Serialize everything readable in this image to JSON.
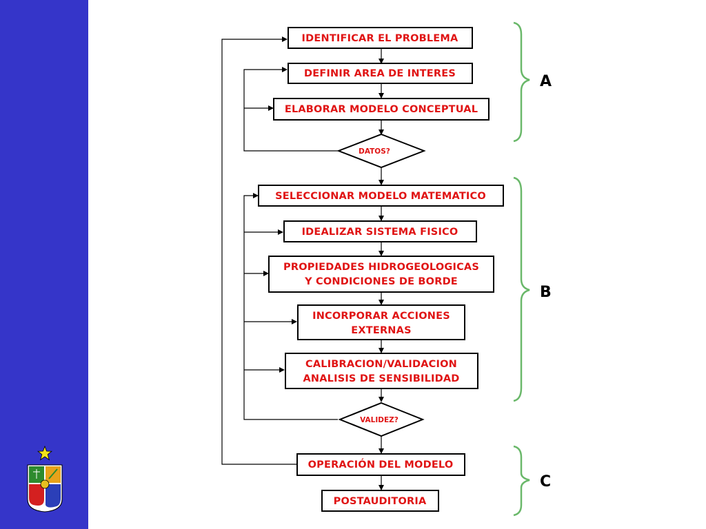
{
  "steps": {
    "identificar": "IDENTIFICAR EL PROBLEMA",
    "definir": "DEFINIR AREA DE INTERES",
    "elaborar": "ELABORAR MODELO CONCEPTUAL",
    "datos": "DATOS?",
    "seleccionar": "SELECCIONAR MODELO MATEMATICO",
    "idealizar": "IDEALIZAR SISTEMA FISICO",
    "propiedades_1": "PROPIEDADES HIDROGEOLOGICAS",
    "propiedades_2": "Y CONDICIONES DE BORDE",
    "incorporar_1": "INCORPORAR ACCIONES",
    "incorporar_2": "EXTERNAS",
    "calibracion_1": "CALIBRACION/VALIDACION",
    "calibracion_2": "ANALISIS DE SENSIBILIDAD",
    "validez": "VALIDEZ?",
    "operacion": "OPERACIÓN DEL MODELO",
    "postauditoria": "POSTAUDITORIA"
  },
  "phases": {
    "a": "A",
    "b": "B",
    "c": "C"
  },
  "colors": {
    "sidebar": "#3535c9",
    "text": "#e01414",
    "brace": "#6ab86a",
    "star": "#f2e21a"
  },
  "icons": {
    "star": "star-icon",
    "crest": "university-crest-icon"
  }
}
